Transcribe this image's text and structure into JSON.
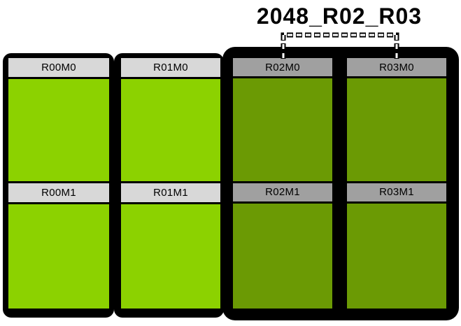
{
  "group_label": "2048_R02_R03",
  "colors": {
    "page-bg": "#ffffff",
    "frame-black": "#000000",
    "bright-green": "#8CD200",
    "dark-green": "#6B9A04",
    "light-header": "#D8D8D8",
    "dark-header": "#A0A0A0",
    "text-black": "#000000"
  },
  "racks": [
    {
      "id": "R00",
      "modules": [
        {
          "label": "R00M0"
        },
        {
          "label": "R00M1"
        }
      ]
    },
    {
      "id": "R01",
      "modules": [
        {
          "label": "R01M0"
        },
        {
          "label": "R01M1"
        }
      ]
    },
    {
      "id": "R02",
      "modules": [
        {
          "label": "R02M0"
        },
        {
          "label": "R02M1"
        }
      ]
    },
    {
      "id": "R03",
      "modules": [
        {
          "label": "R03M0"
        },
        {
          "label": "R03M1"
        }
      ]
    }
  ],
  "annotation": {
    "label": "2048_R02_R03",
    "connected_racks": [
      "R02",
      "R03"
    ],
    "style": "dashed-bracket"
  }
}
